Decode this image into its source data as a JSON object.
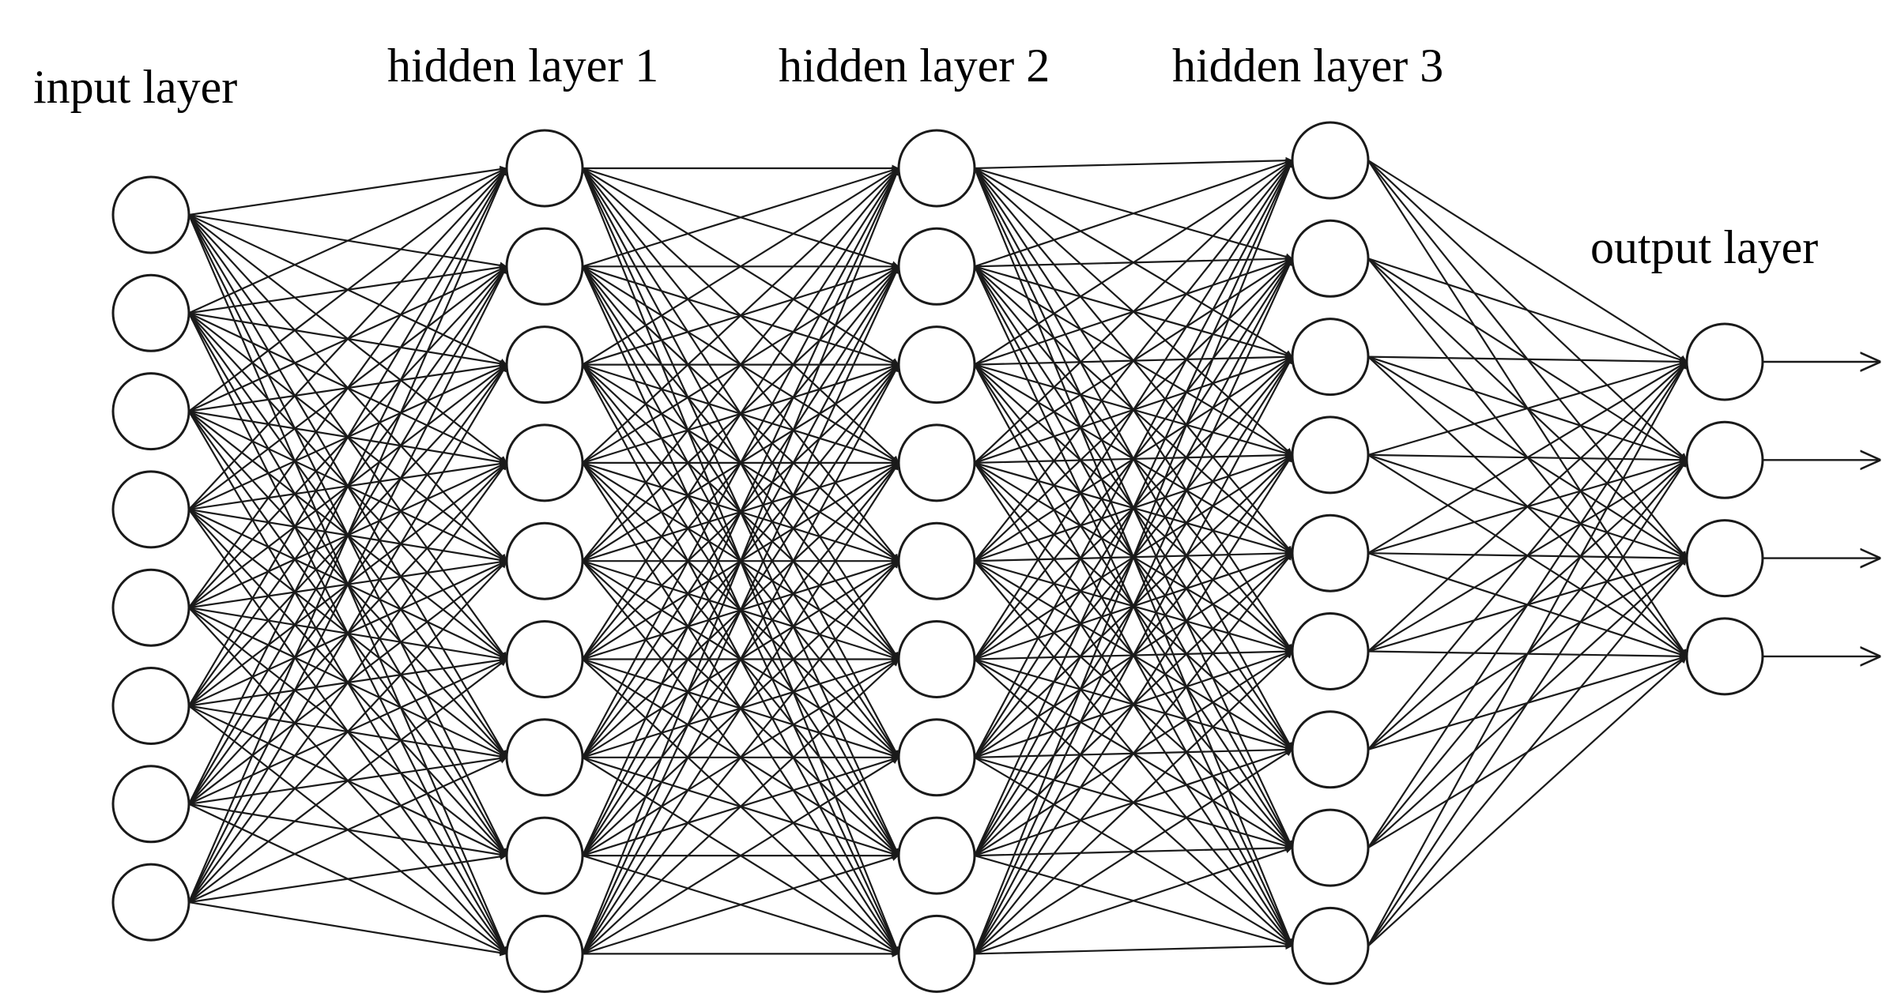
{
  "diagram": {
    "type": "feedforward-neural-network",
    "stroke_color": "#1a1a1a",
    "background_color": "#ffffff",
    "layers": [
      {
        "id": "input",
        "label": "input layer",
        "neurons": 8
      },
      {
        "id": "hidden1",
        "label": "hidden layer 1",
        "neurons": 9
      },
      {
        "id": "hidden2",
        "label": "hidden layer 2",
        "neurons": 9
      },
      {
        "id": "hidden3",
        "label": "hidden layer 3",
        "neurons": 9
      },
      {
        "id": "output",
        "label": "output layer",
        "neurons": 4
      }
    ],
    "connectivity": "fully-connected",
    "output_arrows": 4
  }
}
